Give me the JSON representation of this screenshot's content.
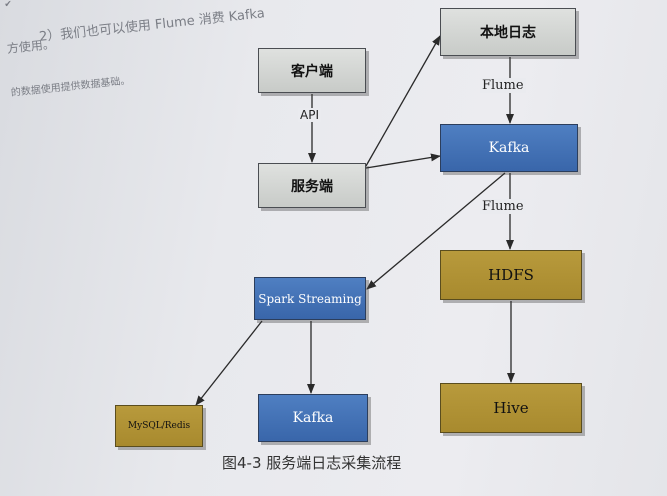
{
  "background_text": {
    "line1": "✔",
    "line2": "方使用。",
    "line3": "2）我们也可以使用 Flume 消费 Kafka",
    "line4": "的数据使用提供数据基础。"
  },
  "nodes": {
    "client": "客户端",
    "server": "服务端",
    "local_log": "本地日志",
    "kafka_top": "Kafka",
    "hdfs": "HDFS",
    "spark": "Spark Streaming",
    "kafka_bottom": "Kafka",
    "hive": "Hive",
    "mysql": "MySQL/Redis"
  },
  "edge_labels": {
    "api": "API",
    "flume_top": "Flume",
    "flume_bottom": "Flume"
  },
  "caption": "图4-3    服务端日志采集流程",
  "colors": {
    "gray_box": "#cfd2cf",
    "blue_box": "#4472b8",
    "gold_box": "#b09433",
    "arrow": "#2a2a2a"
  }
}
